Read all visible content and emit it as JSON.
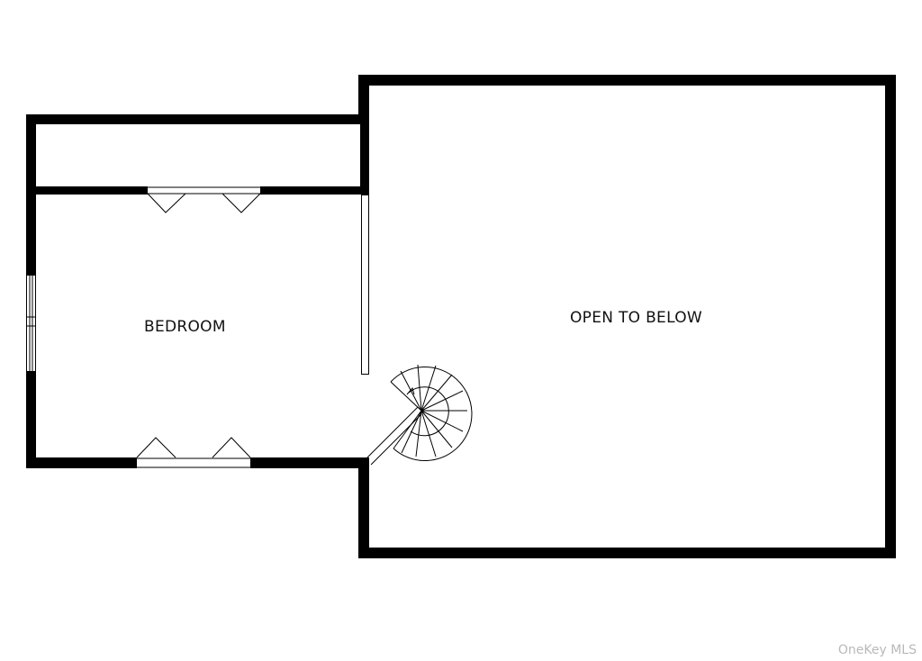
{
  "rooms": {
    "bedroom": "BEDROOM",
    "open_to_below": "OPEN TO BELOW"
  },
  "watermark": "OneKey MLS",
  "colors": {
    "wall": "#000000",
    "background": "#ffffff",
    "watermark": "#b9b9b9"
  },
  "icons": [
    "spiral-staircase-icon",
    "closet-bifold-door-icon",
    "window-icon",
    "sliding-door-icon"
  ]
}
